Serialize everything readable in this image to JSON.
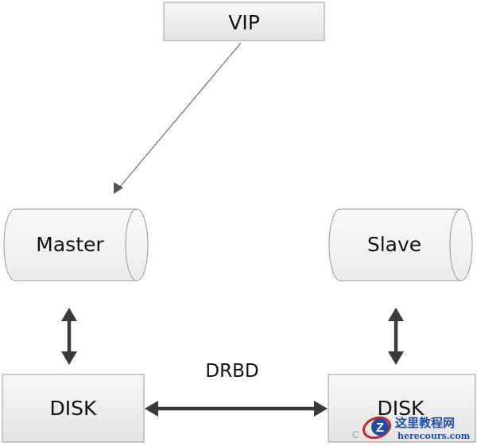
{
  "nodes": {
    "vip": "VIP",
    "master": "Master",
    "slave": "Slave",
    "disk_left": "DISK",
    "disk_right": "DISK"
  },
  "link_label": "DRBD",
  "watermark": {
    "site_name": "这里教程网",
    "site_url": "herecours.com",
    "stray_char": "C"
  },
  "colors": {
    "box_fill": "#ededed",
    "box_border": "#9a9a9a",
    "arrow": "#3a3a3a",
    "thin_arrow": "#777777",
    "watermark_red": "#c62828",
    "watermark_blue": "#1f4fa8"
  }
}
